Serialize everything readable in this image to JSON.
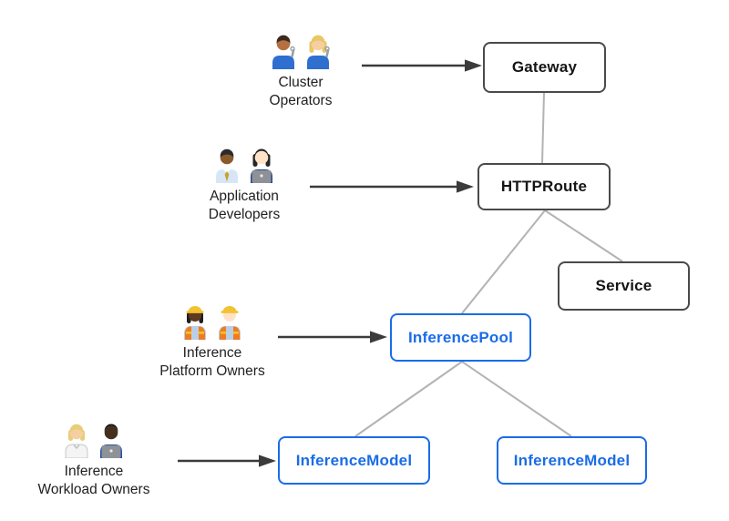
{
  "diagram": {
    "background": "#ffffff",
    "personas": [
      {
        "id": "cluster-operators",
        "line1": "Cluster",
        "line2": "Operators",
        "emoji_icons": [
          "man-mechanic-emoji",
          "woman-mechanic-emoji"
        ]
      },
      {
        "id": "application-developers",
        "line1": "Application",
        "line2": "Developers",
        "emoji_icons": [
          "man-office-worker-emoji",
          "woman-technologist-emoji"
        ]
      },
      {
        "id": "inference-platform-owners",
        "line1": "Inference",
        "line2": "Platform Owners",
        "emoji_icons": [
          "woman-construction-worker-emoji",
          "man-construction-worker-emoji"
        ]
      },
      {
        "id": "inference-workload-owners",
        "line1": "Inference",
        "line2": "Workload Owners",
        "emoji_icons": [
          "health-worker-emoji",
          "technologist-emoji"
        ]
      }
    ],
    "nodes": {
      "gateway": {
        "label": "Gateway",
        "style": "gray"
      },
      "httproute": {
        "label": "HTTPRoute",
        "style": "gray"
      },
      "service": {
        "label": "Service",
        "style": "gray"
      },
      "inferencepool": {
        "label": "InferencePool",
        "style": "blue"
      },
      "inferencemodel_left": {
        "label": "InferenceModel",
        "style": "blue"
      },
      "inferencemodel_right": {
        "label": "InferenceModel",
        "style": "blue"
      }
    },
    "edges": [
      {
        "from": "gateway",
        "to": "httproute"
      },
      {
        "from": "httproute",
        "to": "service"
      },
      {
        "from": "httproute",
        "to": "inferencepool"
      },
      {
        "from": "inferencepool",
        "to": "inferencemodel_left"
      },
      {
        "from": "inferencepool",
        "to": "inferencemodel_right"
      }
    ],
    "colors": {
      "gray_node_border": "#4a4a4a",
      "gray_node_text": "#151517",
      "blue_node_border": "#1a6ce8",
      "blue_node_text": "#1a6ce8",
      "connector": "#b3b3b3",
      "arrow": "#3b3b3b"
    }
  }
}
